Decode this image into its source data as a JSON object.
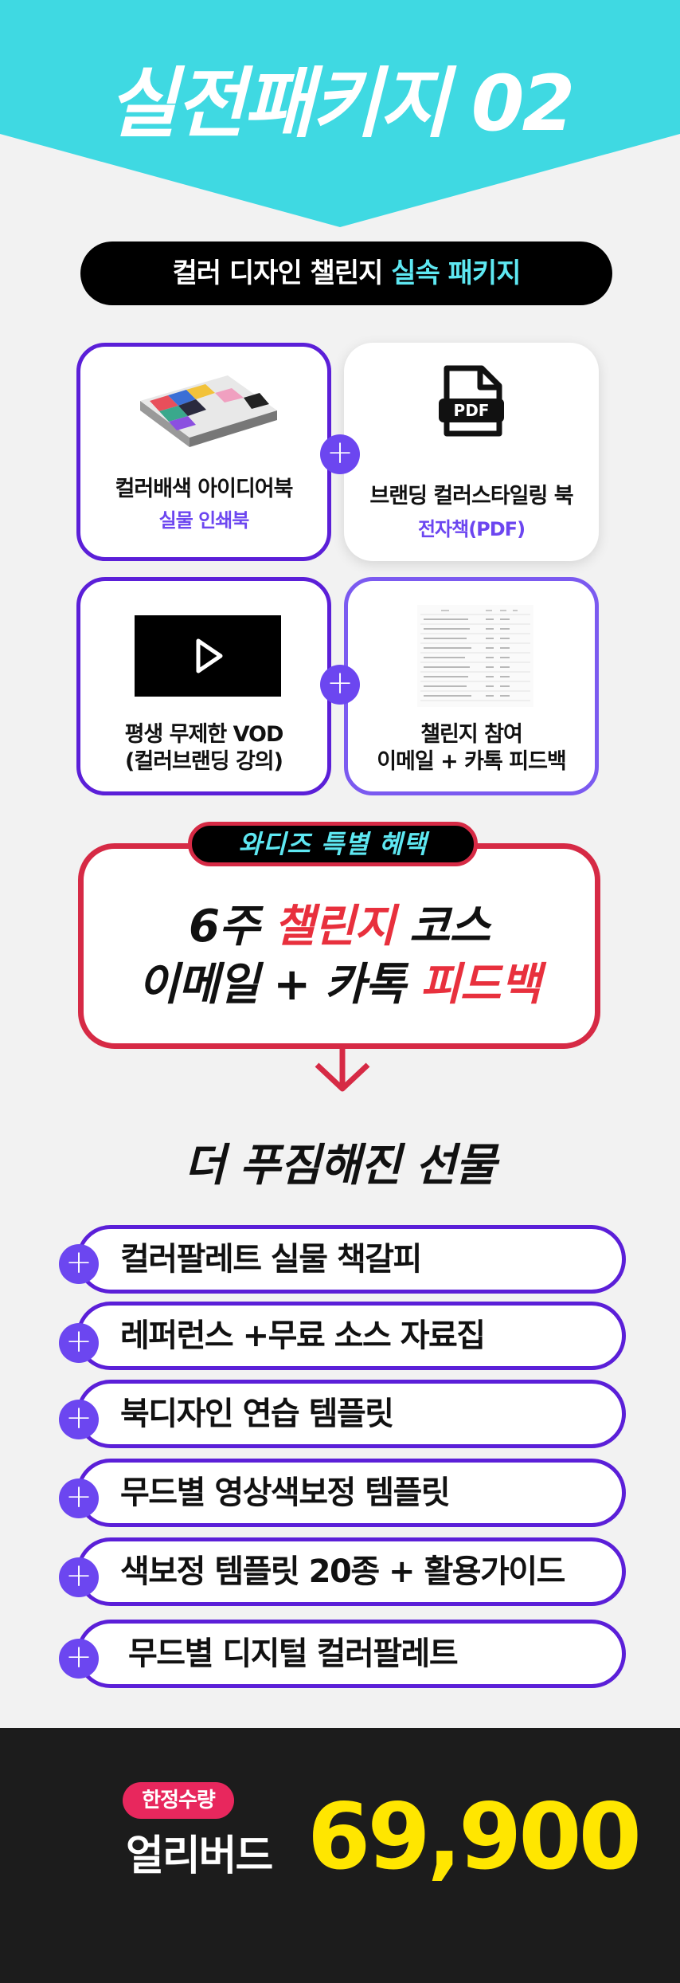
{
  "banner": {
    "title": "실전패키지 02",
    "bg_color": "#3fd9e2"
  },
  "package": {
    "label_prefix": "컬러 디자인 챌린지 ",
    "label_accent": "실속 패키지"
  },
  "cards": [
    {
      "title": "컬러배색 아이디어북",
      "sub": "실물 인쇄북",
      "image": "book-icon"
    },
    {
      "title": "브랜딩 컬러스타일링 북",
      "sub": "전자책(PDF)",
      "image": "pdf-icon"
    },
    {
      "title": "평생 무제한 VOD\n(컬러브랜딩 강의)",
      "sub": "",
      "image": "play-icon"
    },
    {
      "title": "챌린지 참여\n이메일 + 카톡 피드백",
      "sub": "",
      "image": "spreadsheet-icon"
    }
  ],
  "wadiz": {
    "tag": "와디즈 특별 혜택",
    "line1_a": "6주 ",
    "line1_red": "챌린지",
    "line1_b": " 코스",
    "line2_a": "이메일 + 카톡 ",
    "line2_red": "피드백"
  },
  "gifts": {
    "heading": "더 푸짐해진 선물",
    "items": [
      "컬러팔레트 실물 책갈피",
      "레퍼런스 +무료 소스 자료집",
      "북디자인 연습 템플릿",
      "무드별 영상색보정 템플릿",
      "색보정 템플릿 20종 + 활용가이드",
      "무드별 디지털 컬러팔레트"
    ]
  },
  "price": {
    "badge": "한정수량",
    "label": "얼리버드",
    "amount": "69,900"
  },
  "colors": {
    "purple": "#5b1fd8",
    "accent_cyan": "#5ee8f2",
    "red": "#d62a45",
    "yellow": "#ffe600"
  }
}
